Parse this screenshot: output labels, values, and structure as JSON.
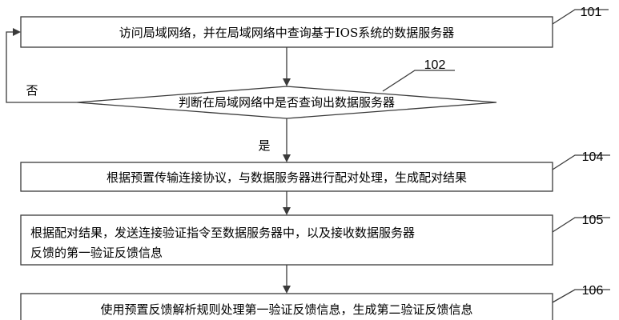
{
  "steps": [
    {
      "ref": "101",
      "text": "访问局域网络，并在局域网络中查询基于IOS系统的数据服务器"
    },
    {
      "ref": "102",
      "text": "判断在局域网络中是否查询出数据服务器"
    },
    {
      "ref": "104",
      "text": "根据预置传输连接协议，与数据服务器进行配对处理，生成配对结果"
    },
    {
      "ref": "105",
      "line1": "根据配对结果，发送连接验证指令至数据服务器中，以及接收数据服务器",
      "line2": "反馈的第一验证反馈信息"
    },
    {
      "ref": "106",
      "text": "使用预置反馈解析规则处理第一验证反馈信息，生成第二验证反馈信息"
    }
  ],
  "branches": {
    "no": "否",
    "yes": "是"
  }
}
